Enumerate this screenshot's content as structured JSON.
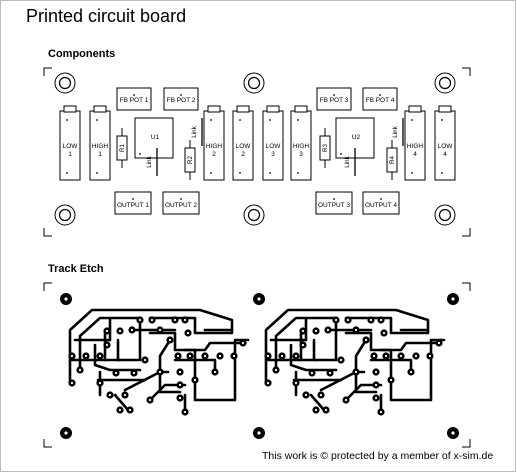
{
  "title": "Printed circuit board",
  "sections": {
    "components": "Components",
    "track_etch": "Track Etch"
  },
  "footer": "This work is © protected by a member of x-sim.de",
  "components": {
    "pot_labels": [
      "FB POT 1",
      "FB POT 2",
      "FB POT 3",
      "FB POT 4"
    ],
    "output_labels": [
      "OUTPUT 1",
      "OUTPUT 2",
      "OUTPUT 3",
      "OUTPUT 4"
    ],
    "chips": [
      "U1",
      "U2"
    ],
    "resistors": [
      "R1",
      "R2",
      "R3",
      "R4"
    ],
    "links": [
      "Link",
      "Link",
      "Link",
      "Link"
    ],
    "pots": [
      {
        "line1": "LOW",
        "line2": "1"
      },
      {
        "line1": "HIGH",
        "line2": "1"
      },
      {
        "line1": "HIGH",
        "line2": "2"
      },
      {
        "line1": "LOW",
        "line2": "2"
      },
      {
        "line1": "LOW",
        "line2": "3"
      },
      {
        "line1": "HIGH",
        "line2": "3"
      },
      {
        "line1": "HIGH",
        "line2": "4"
      },
      {
        "line1": "LOW",
        "line2": "4"
      }
    ]
  },
  "colors": {
    "ink": "#000000",
    "border": "#bdbdbd",
    "background": "#ffffff"
  }
}
